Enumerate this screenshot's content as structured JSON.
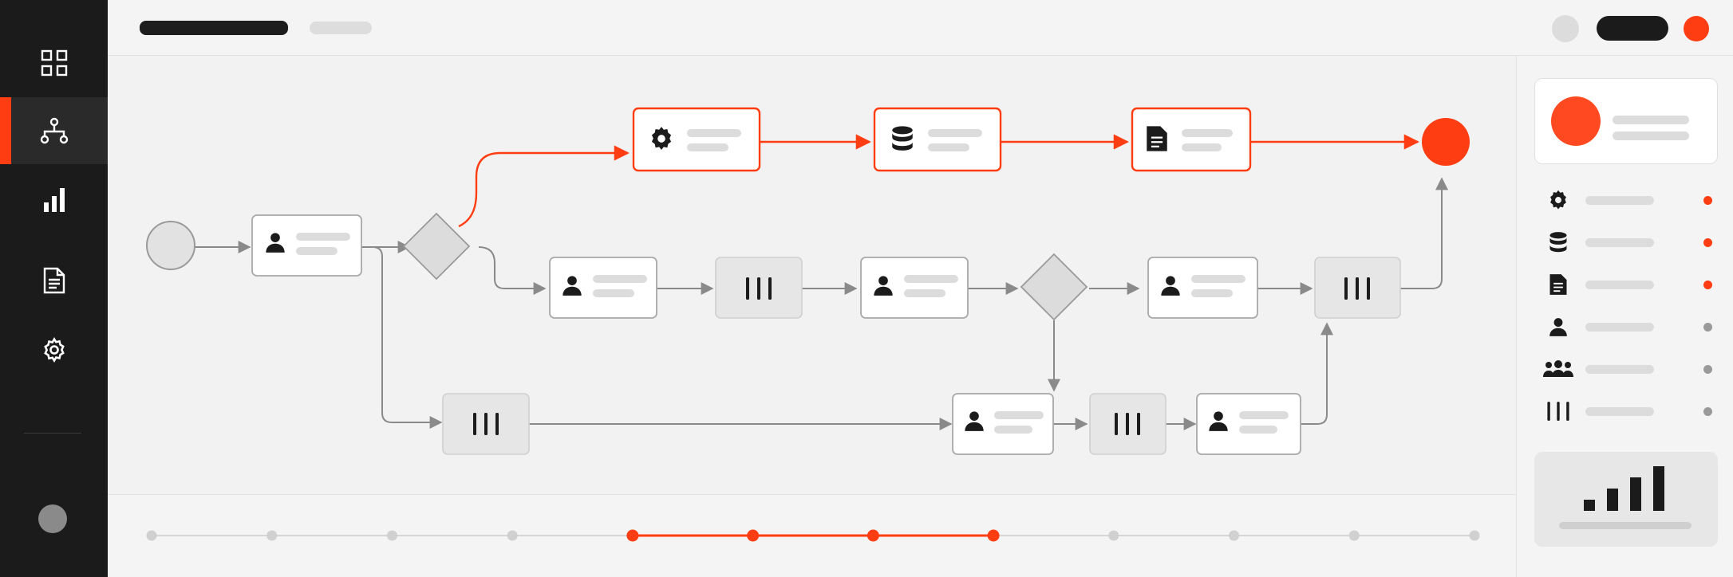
{
  "app": {
    "accent": "#ff3d12"
  },
  "sidebar": {
    "items": [
      {
        "icon": "grid-icon",
        "active": false
      },
      {
        "icon": "workflow-icon",
        "active": true
      },
      {
        "icon": "bar-chart-icon",
        "active": false
      },
      {
        "icon": "document-icon",
        "active": false
      },
      {
        "icon": "gear-icon",
        "active": false
      }
    ]
  },
  "workflow": {
    "start_event": {
      "icon": "start-circle-icon"
    },
    "end_event": {
      "icon": "end-circle-icon",
      "color": "#ff3d12"
    },
    "highlighted_path_color": "#ff3d12",
    "default_path_color": "#8a8a8a",
    "highlighted_tasks": [
      {
        "icon": "gear-icon"
      },
      {
        "icon": "database-icon"
      },
      {
        "icon": "document-icon"
      }
    ],
    "user_tasks": [
      {
        "icon": "user-icon"
      },
      {
        "icon": "user-icon"
      },
      {
        "icon": "user-icon"
      },
      {
        "icon": "user-icon"
      },
      {
        "icon": "user-icon"
      },
      {
        "icon": "user-icon"
      }
    ],
    "parallel_tasks": [
      {
        "icon": "parallel-bars-icon"
      },
      {
        "icon": "parallel-bars-icon"
      },
      {
        "icon": "parallel-bars-icon"
      },
      {
        "icon": "parallel-bars-icon"
      }
    ],
    "gateways": 2
  },
  "right_panel": {
    "legend": [
      {
        "icon": "gear-icon",
        "status_color": "#ff3d12"
      },
      {
        "icon": "database-icon",
        "status_color": "#ff3d12"
      },
      {
        "icon": "document-icon",
        "status_color": "#ff3d12"
      },
      {
        "icon": "user-icon",
        "status_color": "#9a9a9a"
      },
      {
        "icon": "group-icon",
        "status_color": "#9a9a9a"
      },
      {
        "icon": "parallel-bars-icon",
        "status_color": "#9a9a9a"
      }
    ],
    "mini_chart": {
      "icon": "bar-chart-icon",
      "values": [
        1,
        2,
        3,
        4
      ]
    }
  },
  "timeline": {
    "steps": 12,
    "active_range": [
      4,
      7
    ]
  }
}
